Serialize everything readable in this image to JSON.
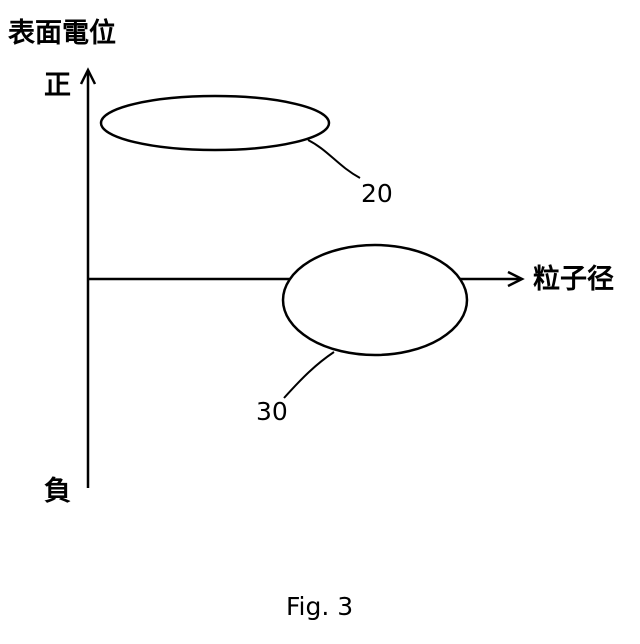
{
  "figure": {
    "y_axis_title": "表面電位",
    "positive_label": "正",
    "negative_label": "負",
    "x_axis_title": "粒子径",
    "caption": "Fig. 3"
  },
  "regions": [
    {
      "ref": "20",
      "potential": "正"
    },
    {
      "ref": "30",
      "potential": "ゼロ付近"
    }
  ],
  "colors": {
    "line": "#000000",
    "background": "#ffffff"
  }
}
